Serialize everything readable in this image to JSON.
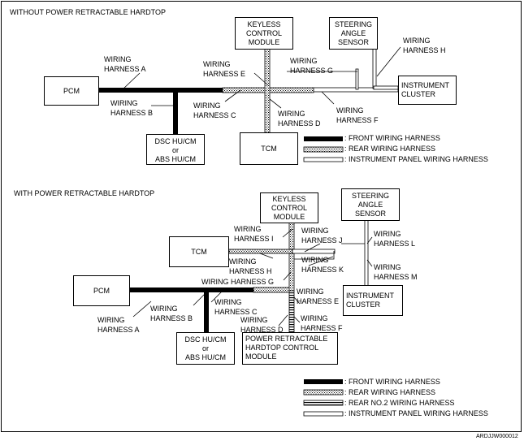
{
  "top": {
    "title": "WITHOUT POWER RETRACTABLE HARDTOP",
    "modules": {
      "pcm": "PCM",
      "keyless": "KEYLESS\nCONTROL\nMODULE",
      "steering": "STEERING\nANGLE\nSENSOR",
      "instrument": "INSTRUMENT\nCLUSTER",
      "dsc": "DSC HU/CM\nor\nABS HU/CM",
      "tcm": "TCM"
    },
    "harness_labels": {
      "a": "WIRING\nHARNESS A",
      "b": "WIRING\nHARNESS B",
      "c": "WIRING\nHARNESS C",
      "d": "WIRING\nHARNESS D",
      "e": "WIRING\nHARNESS E",
      "f": "WIRING\nHARNESS F",
      "g": "WIRING\nHARNESS G",
      "h": "WIRING\nHARNESS H"
    },
    "legend": [
      {
        "type": "front",
        "label": ": FRONT WIRING HARNESS"
      },
      {
        "type": "rear",
        "label": ": REAR WIRING HARNESS"
      },
      {
        "type": "panel",
        "label": ": INSTRUMENT PANEL WIRING HARNESS"
      }
    ]
  },
  "bottom": {
    "title": "WITH POWER RETRACTABLE HARDTOP",
    "modules": {
      "keyless": "KEYLESS\nCONTROL\nMODULE",
      "steering": "STEERING\nANGLE\nSENSOR",
      "tcm": "TCM",
      "pcm": "PCM",
      "instrument": "INSTRUMENT\nCLUSTER",
      "dsc": "DSC HU/CM\nor\nABS HU/CM",
      "prh": "POWER RETRACTABLE\nHARDTOP CONTROL\nMODULE"
    },
    "harness_labels": {
      "a": "WIRING\nHARNESS A",
      "b": "WIRING\nHARNESS B",
      "c": "WIRING\nHARNESS C",
      "d": "WIRING\nHARNESS D",
      "e": "WIRING\nHARNESS E",
      "f": "WIRING\nHARNESS F",
      "g": "WIRING HARNESS G",
      "h": "WIRING\nHARNESS H",
      "i": "WIRING\nHARNESS I",
      "j": "WIRING\nHARNESS J",
      "k": "WIRING\nHARNESS K",
      "l": "WIRING\nHARNESS L",
      "m": "WIRING\nHARNESS M"
    },
    "legend": [
      {
        "type": "front",
        "label": ": FRONT WIRING HARNESS"
      },
      {
        "type": "rear",
        "label": ": REAR WIRING HARNESS"
      },
      {
        "type": "rear2",
        "label": ": REAR NO.2 WIRING HARNESS"
      },
      {
        "type": "panel",
        "label": ": INSTRUMENT PANEL WIRING HARNESS"
      }
    ]
  },
  "figure_code": "ARDJJW000012"
}
